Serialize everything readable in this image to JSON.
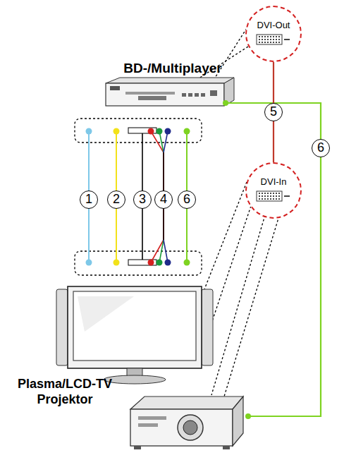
{
  "diagram": {
    "nodes": [
      {
        "text": [
          "DVI-Out"
        ]
      },
      {
        "text": [
          "DVI-In"
        ]
      }
    ],
    "edges": [
      {
        "from": 0,
        "to": 1,
        "arrow": "none",
        "label": "5"
      }
    ],
    "labels": [
      "BD-/Multiplayer",
      "1",
      "2",
      "3",
      "4",
      "6",
      "6",
      "Plasma/LCD-TV Projektor"
    ]
  }
}
